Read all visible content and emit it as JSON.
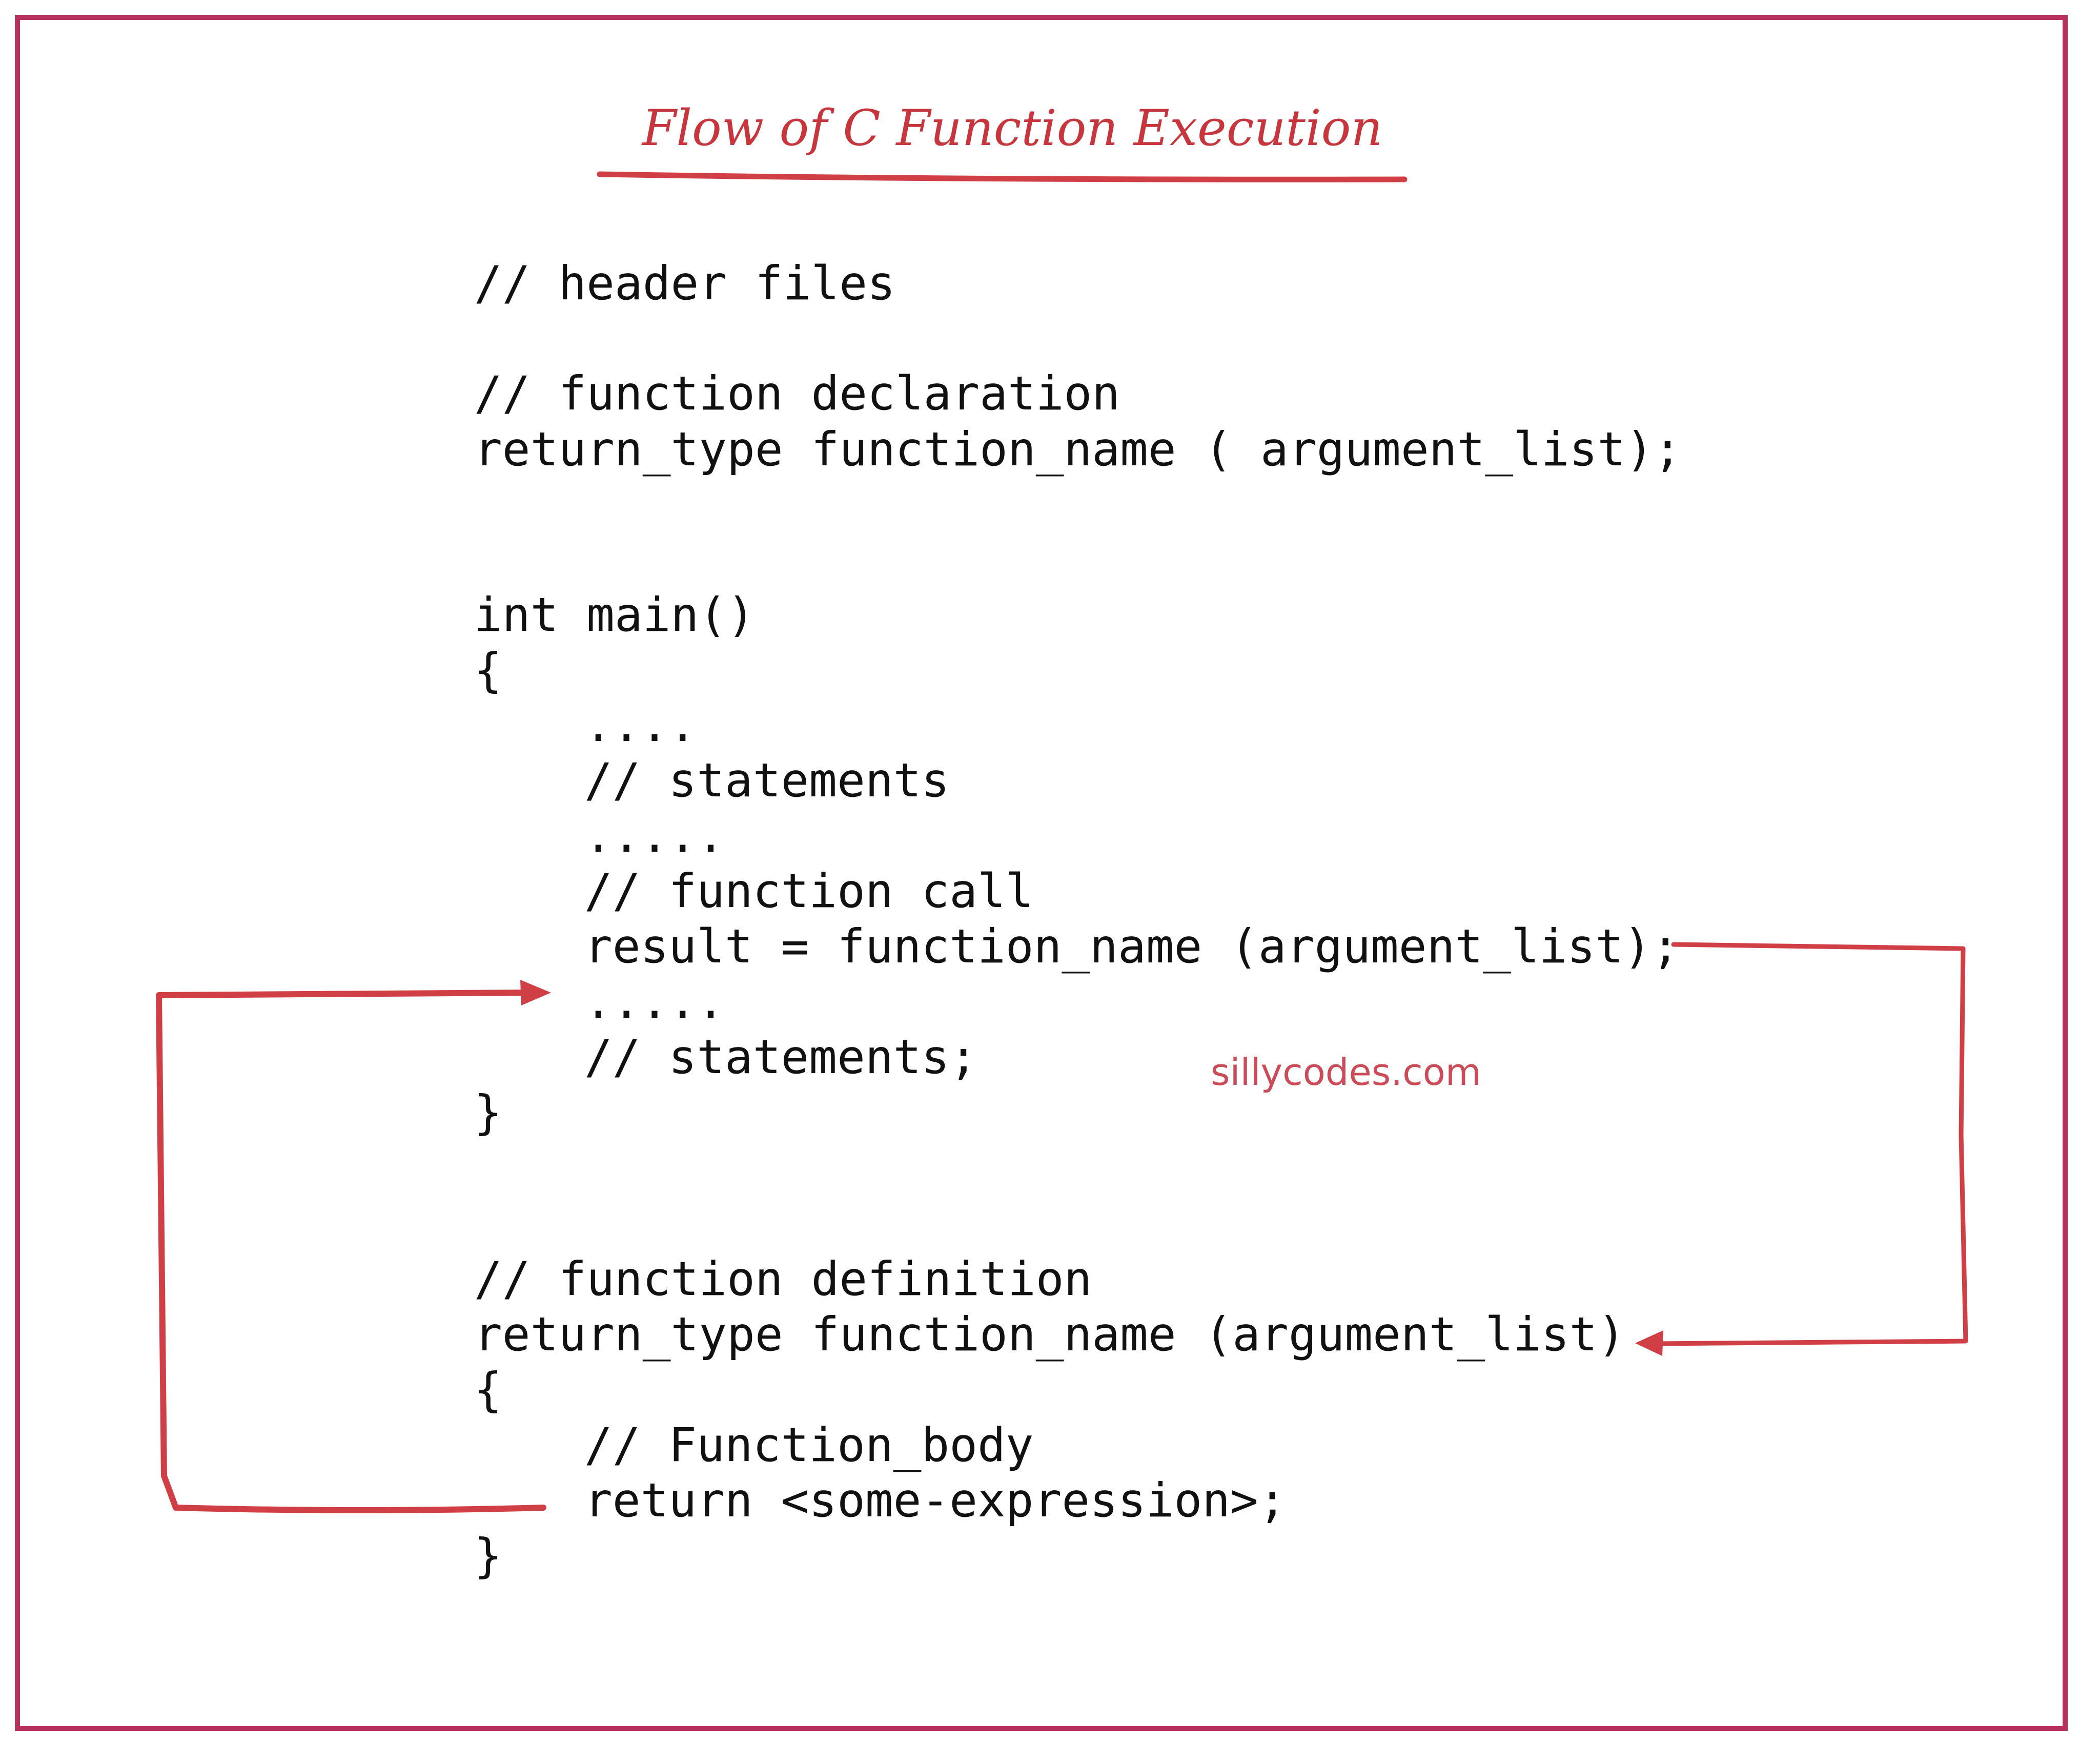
{
  "title": "Flow of C Function Execution",
  "watermark": "sillycodes.com",
  "code": {
    "header_comment": "// header files",
    "decl_comment": "// function declaration",
    "decl_line": "return_type function_name ( argument_list);",
    "main_sig": "int main()",
    "main_open": "{",
    "main_dots1": "....",
    "main_statements1": "// statements",
    "main_dots2": ".....",
    "call_comment": "// function call",
    "call_line": "result = function_name (argument_list);",
    "main_dots3": ".....",
    "main_statements2": "// statements;",
    "main_close": "}",
    "def_comment": "// function definition",
    "def_sig": "return_type function_name (argument_list)",
    "def_open": "{",
    "body_comment": "// Function_body",
    "return_line": "return <some-expression>;",
    "def_close": "}"
  },
  "colors": {
    "frame": "#b8305e",
    "title": "#c8363d",
    "arrow": "#cf3f45",
    "watermark": "#cc4b58",
    "code": "#111111"
  }
}
